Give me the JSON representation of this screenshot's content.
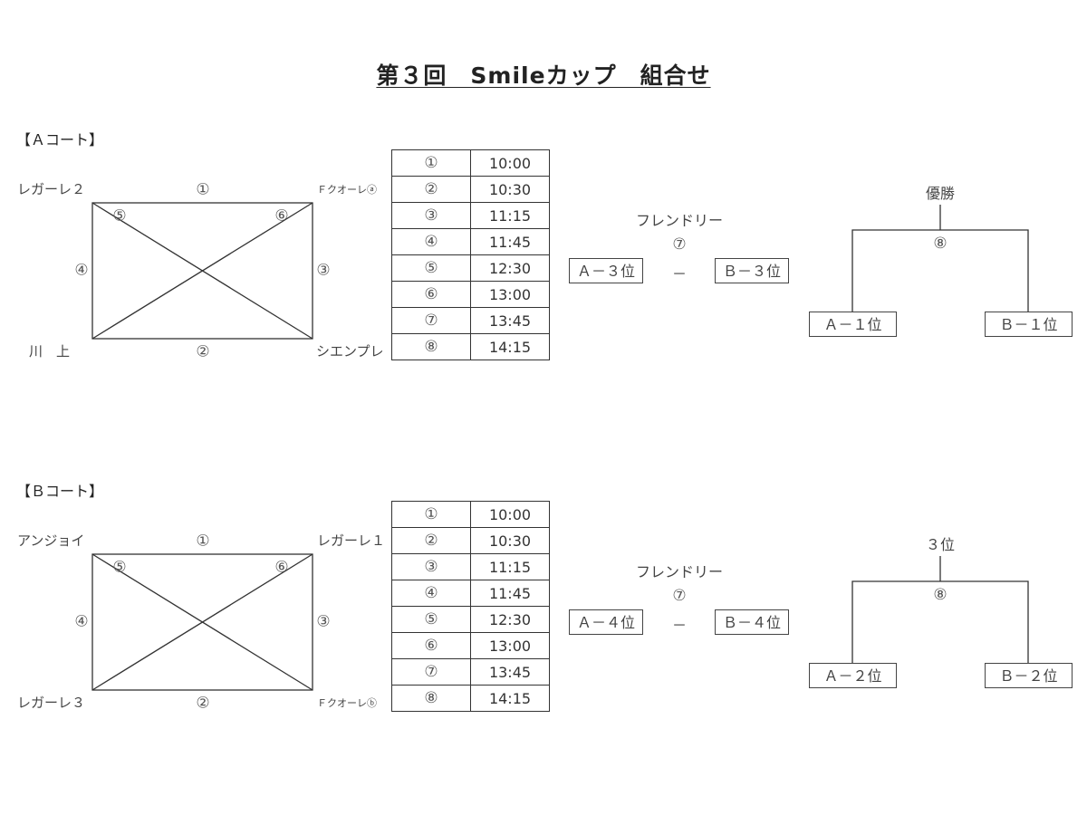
{
  "title": "第３回　Smileカップ　組合せ",
  "courts": [
    {
      "label": "【Ａコート】",
      "teams": {
        "top_left": "レガーレ２",
        "top_right": "Ｆクオーレⓐ",
        "bottom_left": "川　上",
        "bottom_right": "シエンプレ"
      },
      "match_marks": {
        "top": "①",
        "bottom": "②",
        "right": "③",
        "left": "④",
        "diag_left": "⑤",
        "diag_right": "⑥"
      },
      "schedule": [
        {
          "no": "①",
          "time": "10:00"
        },
        {
          "no": "②",
          "time": "10:30"
        },
        {
          "no": "③",
          "time": "11:15"
        },
        {
          "no": "④",
          "time": "11:45"
        },
        {
          "no": "⑤",
          "time": "12:30"
        },
        {
          "no": "⑥",
          "time": "13:00"
        },
        {
          "no": "⑦",
          "time": "13:45"
        },
        {
          "no": "⑧",
          "time": "14:15"
        }
      ],
      "friendly": {
        "title": "フレンドリー",
        "no": "⑦",
        "left": "Ａ－３位",
        "dash": "－",
        "right": "Ｂ－３位"
      },
      "bracket": {
        "title": "優勝",
        "no": "⑧",
        "left": "Ａ－１位",
        "right": "Ｂ－１位"
      }
    },
    {
      "label": "【Ｂコート】",
      "teams": {
        "top_left": "アンジョイ",
        "top_right": "レガーレ１",
        "bottom_left": "レガーレ３",
        "bottom_right": "Ｆクオーレⓑ"
      },
      "match_marks": {
        "top": "①",
        "bottom": "②",
        "right": "③",
        "left": "④",
        "diag_left": "⑤",
        "diag_right": "⑥"
      },
      "schedule": [
        {
          "no": "①",
          "time": "10:00"
        },
        {
          "no": "②",
          "time": "10:30"
        },
        {
          "no": "③",
          "time": "11:15"
        },
        {
          "no": "④",
          "time": "11:45"
        },
        {
          "no": "⑤",
          "time": "12:30"
        },
        {
          "no": "⑥",
          "time": "13:00"
        },
        {
          "no": "⑦",
          "time": "13:45"
        },
        {
          "no": "⑧",
          "time": "14:15"
        }
      ],
      "friendly": {
        "title": "フレンドリー",
        "no": "⑦",
        "left": "Ａ－４位",
        "dash": "－",
        "right": "Ｂ－４位"
      },
      "bracket": {
        "title": "３位",
        "no": "⑧",
        "left": "Ａ－２位",
        "right": "Ｂ－２位"
      }
    }
  ]
}
